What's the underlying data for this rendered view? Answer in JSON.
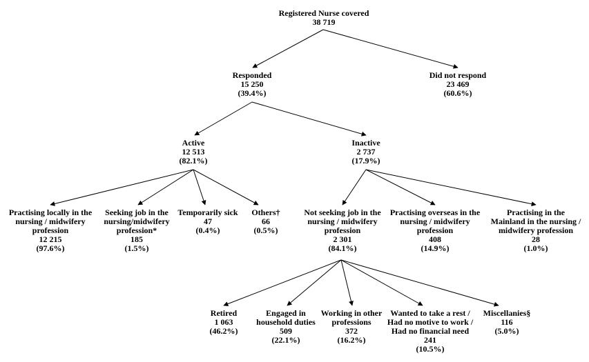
{
  "nodes": {
    "root": {
      "label": "Registered Nurse covered",
      "count": "38 719"
    },
    "responded": {
      "label": "Responded",
      "count": "15 250",
      "pct": "(39.4%)"
    },
    "no_response": {
      "label": "Did not respond",
      "count": "23 469",
      "pct": "(60.6%)"
    },
    "active": {
      "label": "Active",
      "count": "12 513",
      "pct": "(82.1%)"
    },
    "inactive": {
      "label": "Inactive",
      "count": "2 737",
      "pct": "(17.9%)"
    },
    "practising_local": {
      "label1": "Practising locally in the",
      "label2": "nursing / midwifery",
      "label3": "profession",
      "count": "12 215",
      "pct": "(97.6%)"
    },
    "seeking_job": {
      "label1": "Seeking job in the",
      "label2": "nursing/midwifery",
      "label3": "profession*",
      "count": "185",
      "pct": "(1.5%)"
    },
    "temp_sick": {
      "label": "Temporarily sick",
      "count": "47",
      "pct": "(0.4%)"
    },
    "others": {
      "label": "Others†",
      "count": "66",
      "pct": "(0.5%)"
    },
    "not_seeking": {
      "label1": "Not seeking job in the",
      "label2": "nursing / midwifery",
      "label3": "profession",
      "count": "2 301",
      "pct": "(84.1%)"
    },
    "overseas": {
      "label1": "Practising overseas in the",
      "label2": "nursing / midwifery",
      "label3": "profession",
      "count": "408",
      "pct": "(14.9%)"
    },
    "mainland": {
      "label1": "Practising in the",
      "label2": "Mainland in the nursing /",
      "label3": "midwifery profession",
      "count": "28",
      "pct": "(1.0%)"
    },
    "retired": {
      "label": "Retired",
      "count": "1 063",
      "pct": "(46.2%)"
    },
    "household": {
      "label1": "Engaged in",
      "label2": "household duties",
      "count": "509",
      "pct": "(22.1%)"
    },
    "other_prof": {
      "label1": "Working in other",
      "label2": "professions",
      "count": "372",
      "pct": "(16.2%)"
    },
    "rest": {
      "label1": "Wanted to take a rest /",
      "label2": "Had no motive to work /",
      "label3": "Had no financial need",
      "count": "241",
      "pct": "(10.5%)"
    },
    "misc": {
      "label": "Miscellanies§",
      "count": "116",
      "pct": "(5.0%)"
    }
  }
}
